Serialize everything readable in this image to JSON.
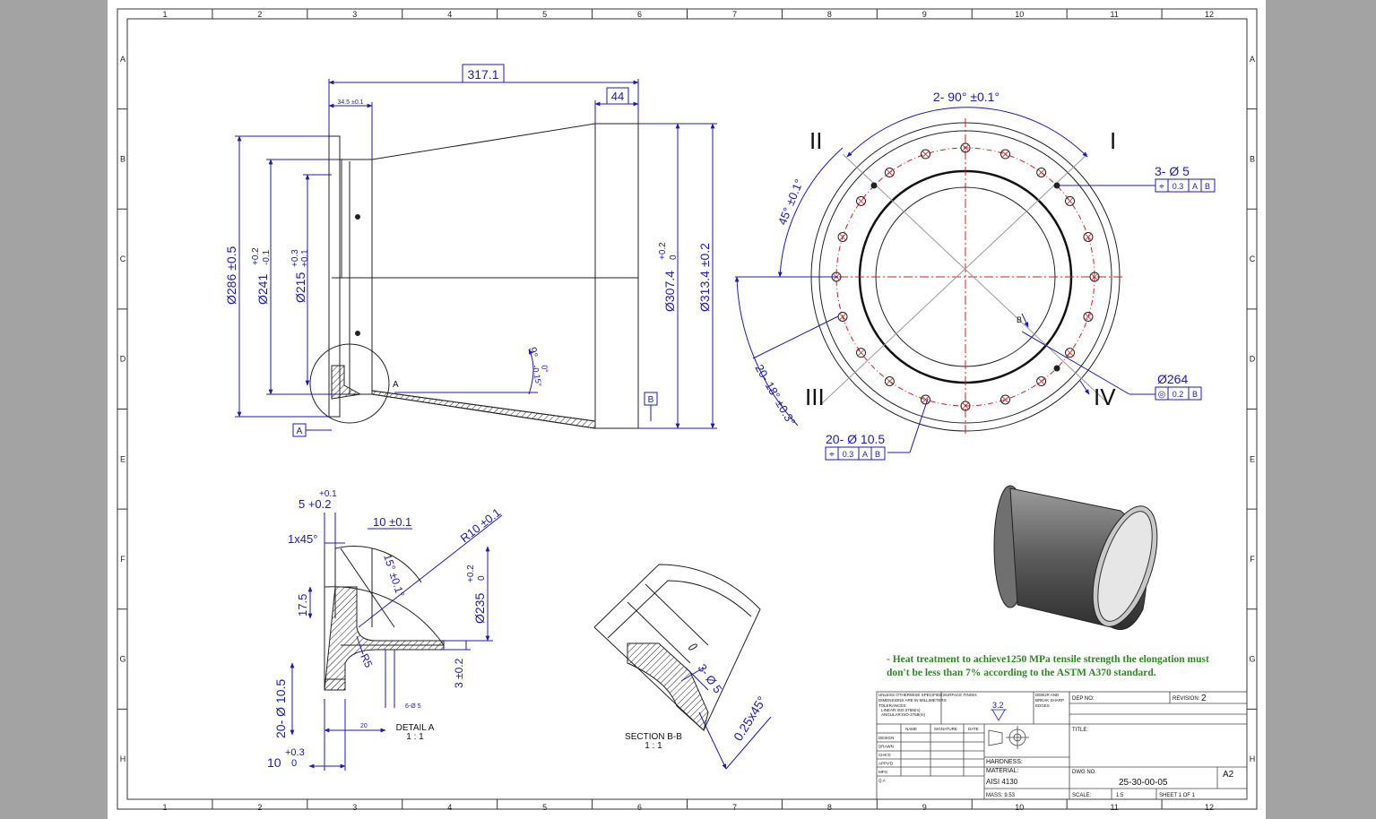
{
  "border": {
    "columns": [
      "1",
      "2",
      "3",
      "4",
      "5",
      "6",
      "7",
      "8",
      "9",
      "10",
      "11",
      "12"
    ],
    "rows": [
      "A",
      "B",
      "C",
      "D",
      "E",
      "F",
      "G",
      "H"
    ]
  },
  "front_view": {
    "overall_length": "317.1",
    "end_length": "44",
    "flange_thickness": "34.5 ±0.1",
    "dia_286": "Ø286 ±0.5",
    "dia_241": "Ø241",
    "dia_241_tol_up": "+0.2",
    "dia_241_tol_lo": "-0.1",
    "dia_215": "Ø215",
    "dia_215_tol_up": "+0.3",
    "dia_215_tol_lo": "+0.1",
    "dia_307": "Ø307.4",
    "dia_307_tol_up": "+0.2",
    "dia_307_tol_lo": "0",
    "dia_313": "Ø313.4 ±0.2",
    "angle": "9°",
    "angle_tol_up": "0°",
    "angle_tol_lo": "-0.15°",
    "datum_a": "A",
    "datum_b": "B",
    "detail_marker": "A"
  },
  "end_view": {
    "roman_1": "I",
    "roman_2": "II",
    "roman_3": "III",
    "roman_4": "IV",
    "angle_2x90": "2- 90° ±0.1°",
    "angle_45": "45° ±0.1°",
    "angle_20_18": "20- 18° ±0.3°",
    "holes_3": "3- Ø 5",
    "fcf_3": [
      "⌖",
      "0.3",
      "A",
      "B"
    ],
    "dia_264": "Ø264",
    "fcf_264": [
      "◎",
      "0.2",
      "B"
    ],
    "holes_20": "20- Ø 10.5",
    "fcf_20": [
      "⌖",
      "0.3",
      "A",
      "B"
    ],
    "section_mark": "B"
  },
  "detail_a": {
    "dim_5": "5 +0.2",
    "dim_5_tol": "+0.1",
    "dim_10": "10 ±0.1",
    "chamfer": "1x45°",
    "radius_10": "R10 ±0.1",
    "angle_15": "15° ±0.1°",
    "dim_17_5": "17.5",
    "dim_235": "Ø235",
    "dim_235_tol_up": "+0.2",
    "dim_235_tol_lo": "0",
    "radius_5": "R5",
    "dim_3": "3 ±0.2",
    "dim_20_hole": "20- Ø 10.5",
    "dim_6": "6-Ø 5",
    "dim_20": "20",
    "dim_10b": "10",
    "dim_10b_tol_up": "+0.3",
    "dim_10b_tol_lo": "0",
    "title": "DETAIL A",
    "scale": "1 : 1"
  },
  "section_bb": {
    "dim_hole": "3- Ø 5",
    "chamfer": "0.25x45°",
    "title": "SECTION B-B",
    "scale": "1 : 1"
  },
  "note": {
    "line1": "- Heat treatment to achieve1250 MPa tensile strength the elongation must",
    "line2": "don't be less than 7% according to the ASTM A370 standard."
  },
  "title_block": {
    "unless": "UNLESS OTHERWISE SPECIFIED:",
    "dims_in": "DIMENSIONS ARE IN MILLIMETERS",
    "tolerances": "TOLERANCES:",
    "linear": "LINEAR:ISO-2768(m)",
    "angular": "ANGULAR:ISO-2768(m)",
    "surface_finish": "SURFACE FINISH:",
    "surface_value": "3.2",
    "deburr": "DEBUR AND",
    "break_sharp": "BREAK SHARP",
    "edges": "EDGES",
    "dep_no": "DEP NO:",
    "revision_label": "REVISION:",
    "revision": "2",
    "title_label": "TITLE:",
    "col_name": "NAME",
    "col_signature": "SIGNATURE",
    "col_date": "DATE",
    "rows": [
      "DESIGN",
      "DRAWN",
      "CHK'D",
      "APPV'D",
      "MFG",
      "Q.A"
    ],
    "hardness": "HARDNESS:",
    "material_label": "MATERIAL:",
    "material": "AISI 4130",
    "dwg_no_label": "DWG NO.",
    "dwg_no": "25-30-00-05",
    "size": "A2",
    "mass": "MASS: 9.53",
    "scale_label": "SCALE:",
    "scale": "1:5",
    "sheet": "SHEET 1 OF 1"
  }
}
